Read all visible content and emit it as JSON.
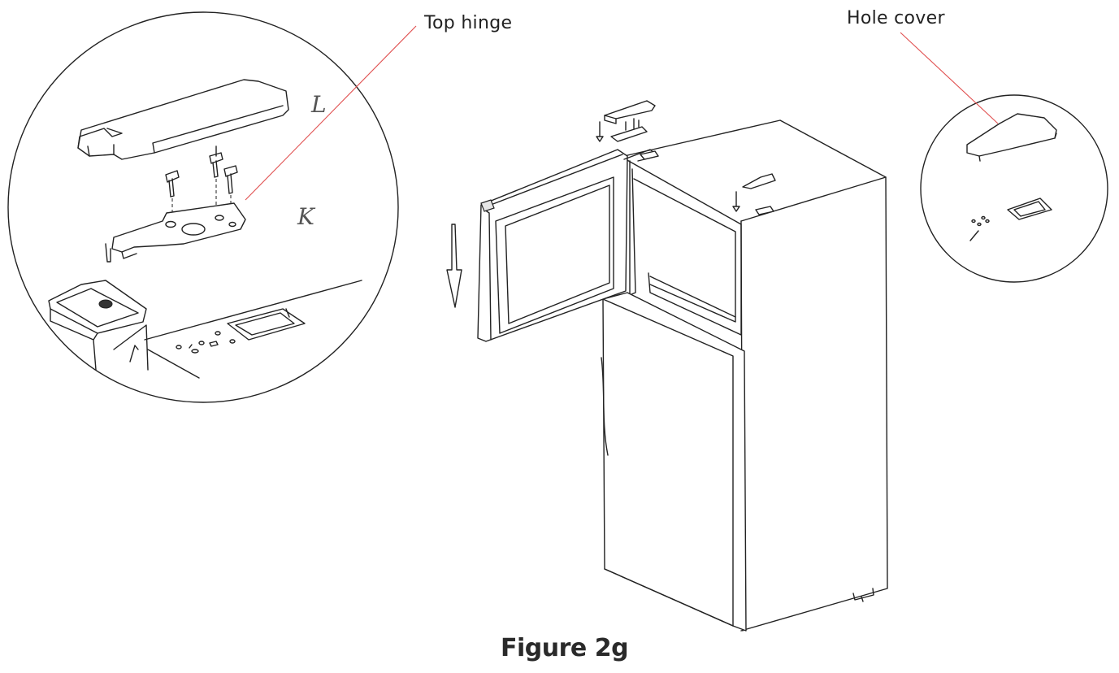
{
  "labels": {
    "top_hinge": "Top hinge",
    "hole_cover": "Hole cover",
    "letter_l": "L",
    "letter_k": "K"
  },
  "caption": "Figure 2g",
  "colors": {
    "line": "#222222",
    "leader": "#e05050",
    "background": "#ffffff"
  }
}
